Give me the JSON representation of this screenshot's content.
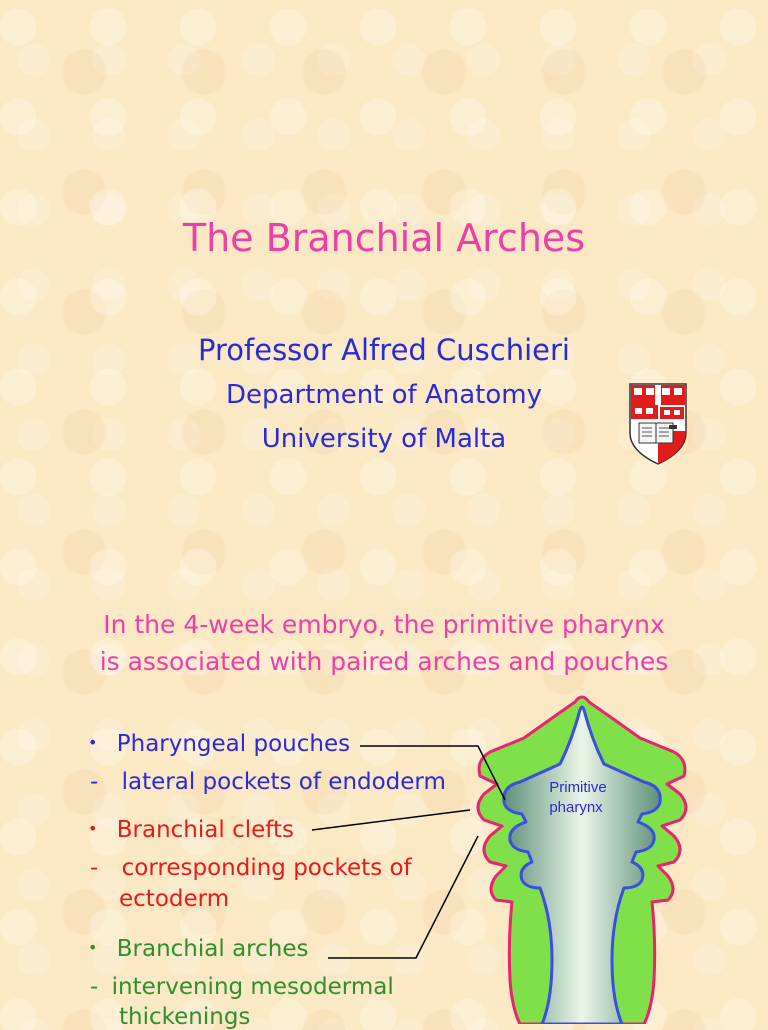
{
  "slide": {
    "title": "The Branchial Arches",
    "author": "Professor Alfred Cuschieri",
    "department": "Department of Anatomy",
    "university": "University of Malta",
    "intro_line1": "In the 4-week embryo, the primitive pharynx",
    "intro_line2": "is associated with paired arches and pouches"
  },
  "bullets": {
    "pouches": {
      "marker": "•",
      "label": "Pharyngeal pouches"
    },
    "pouches_desc": {
      "marker": "-",
      "label": "lateral pockets of endoderm"
    },
    "clefts": {
      "marker": "•",
      "label": "Branchial clefts"
    },
    "clefts_desc": {
      "marker": "-",
      "label": "corresponding pockets of",
      "label2": "ectoderm"
    },
    "arches": {
      "marker": "•",
      "label": "Branchial arches"
    },
    "arches_desc": {
      "marker": "-",
      "label": "intervening mesodermal",
      "label2": "thickenings"
    }
  },
  "diagram": {
    "label_line1": "Primitive",
    "label_line2": "pharynx"
  },
  "colors": {
    "title": "#ee3ea8",
    "blue_text": "#2a2ad8",
    "red_text": "#e61c1c",
    "green_text": "#2f8f2f",
    "ectoderm_outline": "#e8246e",
    "mesoderm_fill": "#7fe04a",
    "endoderm_outline": "#3a4fe0"
  },
  "icons": {
    "crest": "university-crest-icon"
  }
}
